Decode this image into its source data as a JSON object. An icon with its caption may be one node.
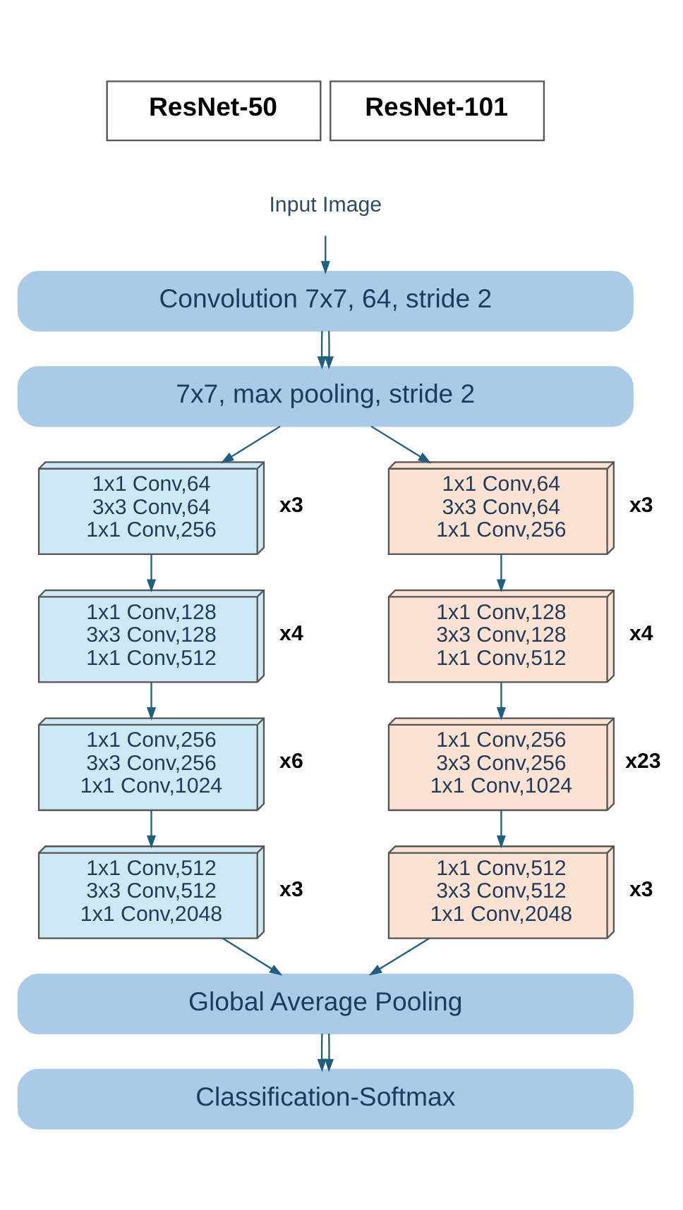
{
  "diagram": {
    "nodes": [
      {
        "text": [
          "ResNet-50"
        ]
      },
      {
        "text": [
          "ResNet-101"
        ]
      },
      {
        "text": [
          "Input Image"
        ]
      },
      {
        "text": [
          "Convolution 7x7, 64, stride 2"
        ]
      },
      {
        "text": [
          "7x7, max pooling, stride 2"
        ]
      },
      {
        "text": [
          "1x1 Conv,64",
          "3x3 Conv,64",
          "1x1 Conv,256"
        ],
        "beside": [
          "x3"
        ]
      },
      {
        "text": [
          "1x1 Conv,128",
          "3x3 Conv,128",
          "1x1 Conv,512"
        ],
        "beside": [
          "x4"
        ]
      },
      {
        "text": [
          "1x1 Conv,256",
          "3x3 Conv,256",
          "1x1 Conv,1024"
        ],
        "beside": [
          "x6"
        ]
      },
      {
        "text": [
          "1x1 Conv,512",
          "3x3 Conv,512",
          "1x1 Conv,2048"
        ],
        "beside": [
          "x3"
        ]
      },
      {
        "text": [
          "1x1 Conv,64",
          "3x3 Conv,64",
          "1x1 Conv,256"
        ],
        "beside": [
          "x3"
        ]
      },
      {
        "text": [
          "1x1 Conv,128",
          "3x3 Conv,128",
          "1x1 Conv,512"
        ],
        "beside": [
          "x4"
        ]
      },
      {
        "text": [
          "1x1 Conv,256",
          "3x3 Conv,256",
          "1x1 Conv,1024"
        ],
        "beside": [
          "x23"
        ]
      },
      {
        "text": [
          "1x1 Conv,512",
          "3x3 Conv,512",
          "1x1 Conv,2048"
        ],
        "beside": [
          "x3"
        ]
      },
      {
        "text": [
          "Global Average Pooling"
        ]
      },
      {
        "text": [
          "Classification-Softmax"
        ]
      }
    ],
    "edges": [
      {
        "from": 2,
        "to": 3,
        "arrow": "to"
      },
      {
        "from": 3,
        "to": 4,
        "arrow": "to"
      },
      {
        "from": 3,
        "to": 4,
        "arrow": "to"
      },
      {
        "from": 4,
        "to": 5,
        "arrow": "to"
      },
      {
        "from": 4,
        "to": 9,
        "arrow": "to"
      },
      {
        "from": 5,
        "to": 6,
        "arrow": "to"
      },
      {
        "from": 6,
        "to": 7,
        "arrow": "to"
      },
      {
        "from": 7,
        "to": 8,
        "arrow": "to"
      },
      {
        "from": 9,
        "to": 10,
        "arrow": "to"
      },
      {
        "from": 10,
        "to": 11,
        "arrow": "to"
      },
      {
        "from": 11,
        "to": 12,
        "arrow": "to"
      },
      {
        "from": 8,
        "to": 13,
        "arrow": "to"
      },
      {
        "from": 12,
        "to": 13,
        "arrow": "to"
      },
      {
        "from": 13,
        "to": 14,
        "arrow": "to"
      },
      {
        "from": 13,
        "to": 14,
        "arrow": "to"
      }
    ]
  }
}
